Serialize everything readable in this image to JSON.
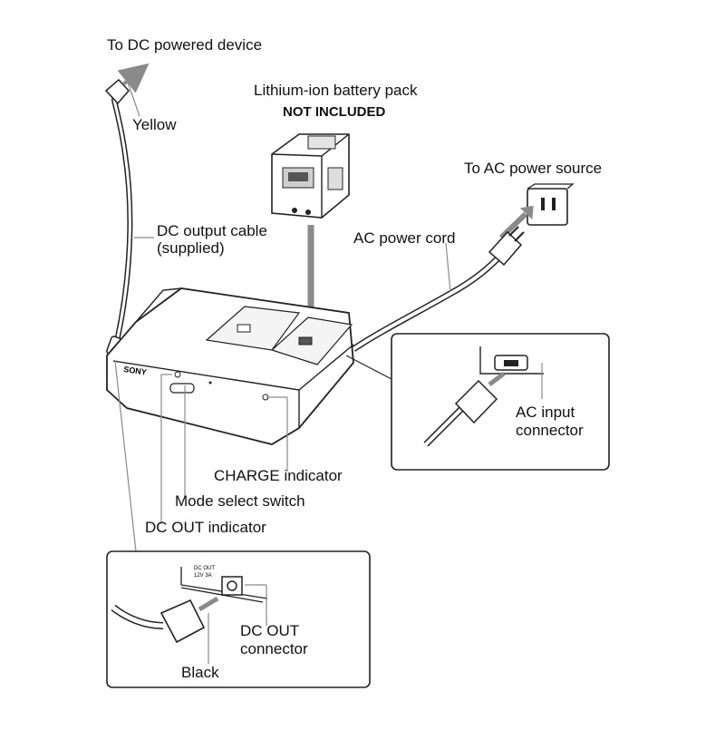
{
  "labels": {
    "to_dc_device": "To DC powered device",
    "yellow": "Yellow",
    "battery_pack": "Lithium-ion battery pack",
    "not_included": "NOT INCLUDED",
    "to_ac_source": "To AC power source",
    "dc_output_cable_l1": "DC output cable",
    "dc_output_cable_l2": "(supplied)",
    "ac_power_cord": "AC power cord",
    "ac_input_l1": "AC input",
    "ac_input_l2": "connector",
    "charge_indicator": "CHARGE indicator",
    "mode_select_switch": "Mode select switch",
    "dc_out_indicator": "DC OUT indicator",
    "dc_out_connector_l1": "DC OUT",
    "dc_out_connector_l2": "connector",
    "black": "Black"
  },
  "device": {
    "brand": "SONY",
    "dc_out_small": "DC OUT",
    "dc_out_rating": "12V  3A"
  },
  "colors": {
    "line": "#222222",
    "cable": "#b9b9b9",
    "arrow": "#8a8a8a",
    "device_fill": "#ffffff",
    "shade": "#e4e4e4"
  }
}
